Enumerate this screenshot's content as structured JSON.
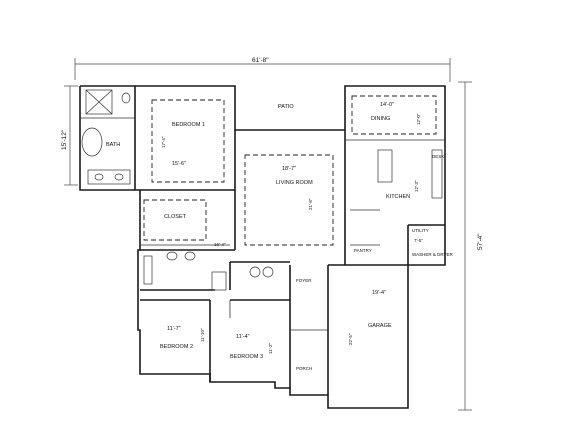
{
  "overall": {
    "width": "61'-8\"",
    "depth": "57'-4\"",
    "left_wing": "15'-12\""
  },
  "rooms": {
    "bedroom1": {
      "name": "BEDROOM 1",
      "dim_a": "17'-4\"",
      "dim_b": "15'-6\""
    },
    "bath": {
      "name": "BATH"
    },
    "patio": {
      "name": "PATIO"
    },
    "dining": {
      "name": "DINING",
      "dim_a": "14'-0\"",
      "dim_b": "12'-0\""
    },
    "living": {
      "name": "LIVING ROOM",
      "dim_a": "18'-7\"",
      "dim_b": "21'-8\""
    },
    "kitchen": {
      "name": "KITCHEN",
      "dim_a": "12'-3\""
    },
    "closet": {
      "name": "CLOSET"
    },
    "utility": {
      "name": "UTILITY",
      "dim_a": "7'-5\""
    },
    "pantry": {
      "name": "PANTRY"
    },
    "foyer": {
      "name": "FOYER"
    },
    "porch": {
      "name": "PORCH"
    },
    "garage": {
      "name": "GARAGE",
      "dim_a": "19'-4\"",
      "dim_b": "22'-5\""
    },
    "bedroom2": {
      "name": "BEDROOM 2",
      "dim_a": "11'-7\"",
      "dim_b": "11'-10\""
    },
    "bedroom3": {
      "name": "BEDROOM 3",
      "dim_a": "11'-4\"",
      "dim_b": "11'-2\""
    }
  },
  "misc": {
    "small_dim": "16'-4\"",
    "washer_dryer": "WASHER & DRYER",
    "desk": "DESK"
  }
}
